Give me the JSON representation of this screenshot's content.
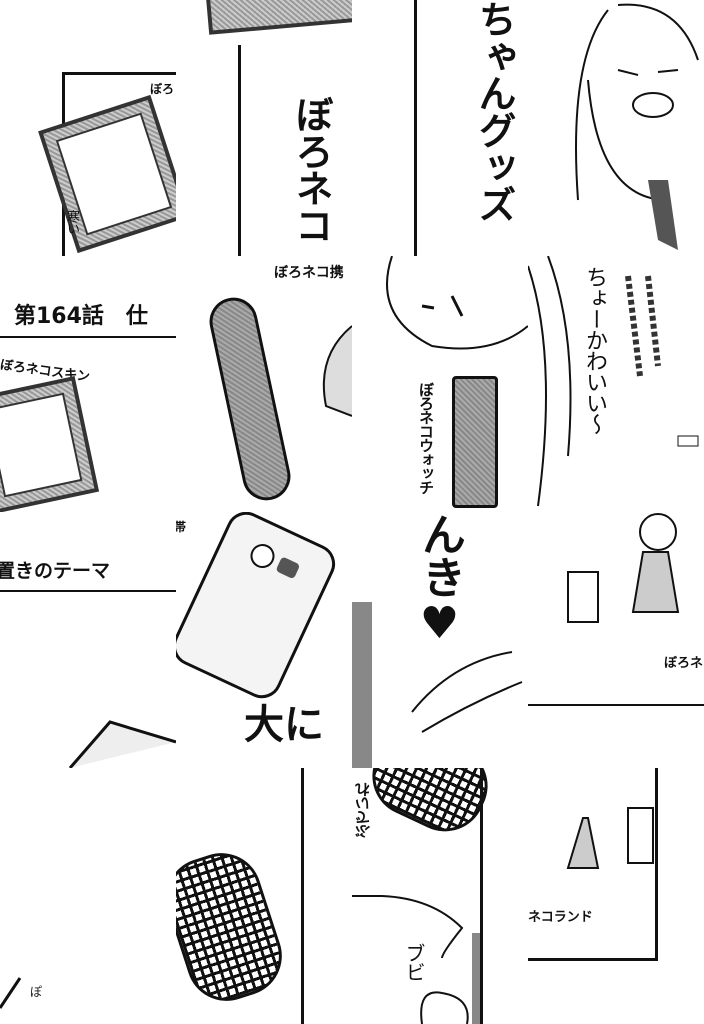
{
  "manga_page": {
    "chapter_heading": "第164話　仕",
    "caption_theme": "置きのテーマ",
    "labels": {
      "pillow_corner": "ぼろ",
      "pillow_sfx": "寒い",
      "goods_title_part1": "ぼろネコ",
      "goods_title_part2": "ちゃんグッズ",
      "skin": "ぼろネコスキン",
      "phone": "ぼろネコ携",
      "phone_strap_part": "帯",
      "watch": "ぼろネコウォッチ",
      "girl_exclaim": "ちょーかわいい〜",
      "love_part": "んき♥",
      "big_part": "大に",
      "land_part": "ぼろネ",
      "land_label": "ネコランド",
      "futon": "ぶでいれ",
      "sfx_bubi": "ブビ",
      "left_partial": "ぽ"
    }
  }
}
